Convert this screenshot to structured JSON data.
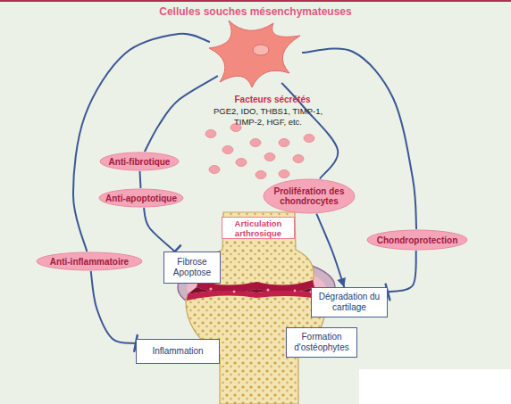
{
  "diagram": {
    "nodes": [
      {
        "text": [
          "Cellules souches mésenchymateuses",
          "Facteurs sécrétés",
          "PGE2, IDO, THBS1, TIMP-1, TIMP-2, HGF, etc."
        ]
      },
      {
        "text": [
          "Anti-fibrotique"
        ]
      },
      {
        "text": [
          "Prolifération des chondrocytes"
        ]
      },
      {
        "text": [
          "Anti-apoptotique"
        ]
      },
      {
        "text": [
          "Articulation arthrosique"
        ]
      },
      {
        "text": [
          "Chondroprotection"
        ]
      },
      {
        "text": [
          "Anti-inflammatoire"
        ]
      },
      {
        "text": [
          "Fibrose Apoptose"
        ]
      },
      {
        "text": [
          "Dégradation du cartilage"
        ]
      },
      {
        "text": [
          "Formation d'ostéophytes"
        ]
      },
      {
        "text": [
          "Inflammation"
        ]
      }
    ],
    "edges": [
      {
        "from": 0,
        "to": 1,
        "arrow": "none"
      },
      {
        "from": 1,
        "to": 3,
        "arrow": "none"
      },
      {
        "from": 3,
        "to": 7,
        "arrow": "to"
      },
      {
        "from": 0,
        "to": 6,
        "arrow": "none"
      },
      {
        "from": 6,
        "to": 10,
        "arrow": "to"
      },
      {
        "from": 0,
        "to": 2,
        "arrow": "none"
      },
      {
        "from": 2,
        "to": 8,
        "arrow": "to"
      },
      {
        "from": 0,
        "to": 5,
        "arrow": "none"
      },
      {
        "from": 5,
        "to": 8,
        "arrow": "to"
      }
    ]
  }
}
